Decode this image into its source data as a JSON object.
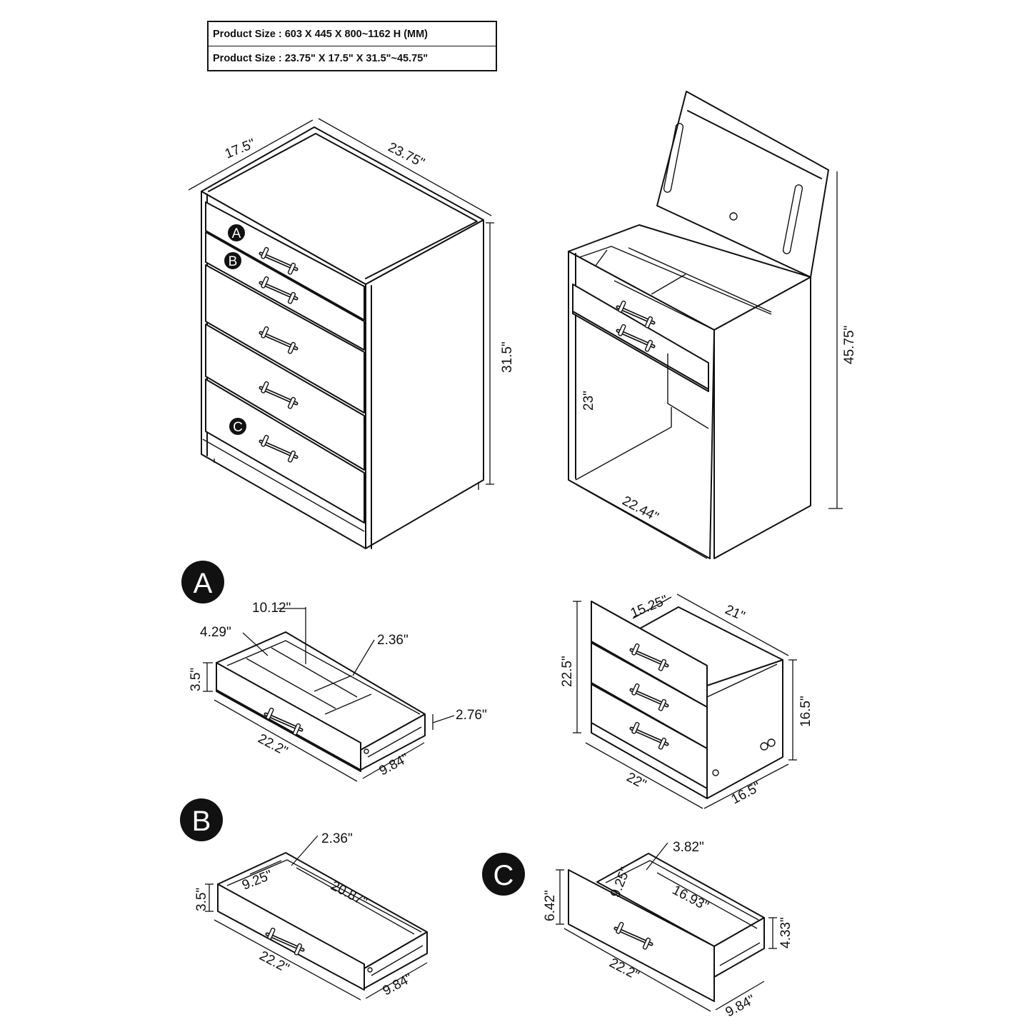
{
  "spec": {
    "row1": "Product Size : 603 X 445 X 800~1162 H (MM)",
    "row2": "Product Size : 23.75\" X 17.5\" X 31.5\"~45.75\""
  },
  "labels": {
    "a": "A",
    "b": "B",
    "c": "C"
  },
  "main_view": {
    "depth": "17.5\"",
    "width": "23.75\"",
    "height": "31.5\""
  },
  "vanity_view": {
    "height": "45.75\"",
    "knee_height": "23\"",
    "knee_width": "22.44\""
  },
  "drawer_a": {
    "length": "10.12\"",
    "compartment": "4.29\"",
    "divider": "2.36\"",
    "height": "3.5\"",
    "side": "2.76\"",
    "front": "22.2\"",
    "depth": "9.84\""
  },
  "nightstand": {
    "depth": "15.25\"",
    "width": "21\"",
    "height": "22.5\"",
    "side_height": "16.5\"",
    "front": "22\"",
    "side": "16.5\""
  },
  "drawer_b": {
    "divider": "2.36\"",
    "inner_depth": "9.25\"",
    "inner_length": "20.87\"",
    "height": "3.5\"",
    "front": "22.2\"",
    "depth": "9.84\""
  },
  "drawer_c": {
    "divider": "3.82\"",
    "inner_depth": "9.25\"",
    "inner_length": "16.93\"",
    "front_height": "6.42\"",
    "side_height": "4.33\"",
    "front": "22.2\"",
    "depth": "9.84\""
  }
}
